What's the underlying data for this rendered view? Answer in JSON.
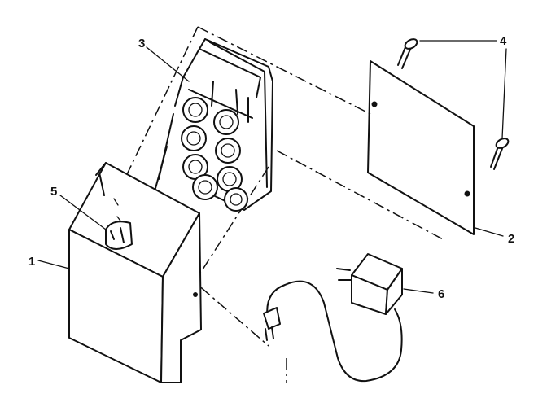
{
  "diagram": {
    "callouts": [
      {
        "id": "1",
        "label": "1"
      },
      {
        "id": "2",
        "label": "2"
      },
      {
        "id": "3",
        "label": "3"
      },
      {
        "id": "4",
        "label": "4"
      },
      {
        "id": "5",
        "label": "5"
      },
      {
        "id": "6",
        "label": "6"
      }
    ],
    "colors": {
      "ink": "#111111",
      "paper": "#ffffff"
    }
  }
}
